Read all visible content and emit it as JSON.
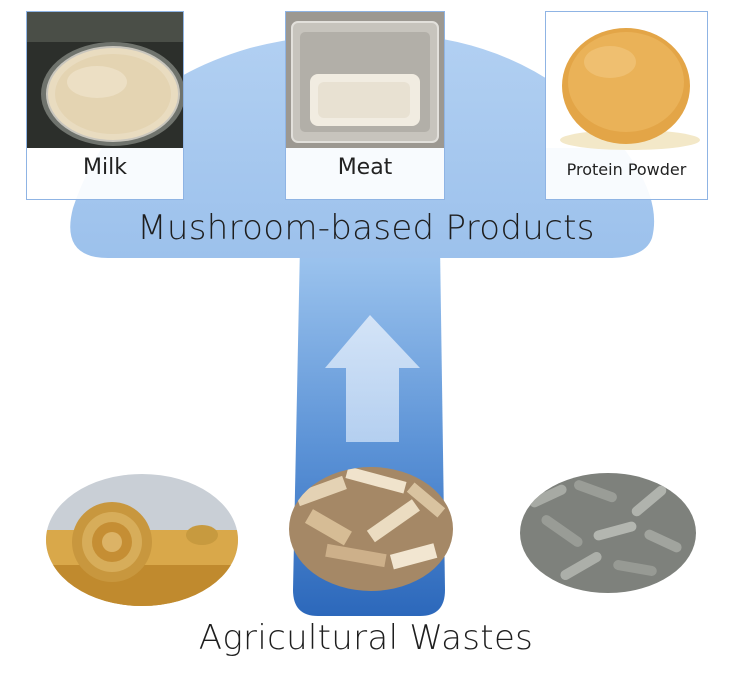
{
  "diagram": {
    "products": {
      "title": "Mushroom-based Products",
      "items": [
        {
          "label": "Milk"
        },
        {
          "label": "Meat"
        },
        {
          "label": "Protein Powder"
        }
      ]
    },
    "source": {
      "title": "Agricultural Wastes"
    },
    "colors": {
      "cap": "#a9c9ef",
      "stem_light": "#8cb8ea",
      "stem_dark": "#2f6fc2",
      "arrow": "#bcd5f2",
      "card_border": "#8fb4e4"
    }
  }
}
